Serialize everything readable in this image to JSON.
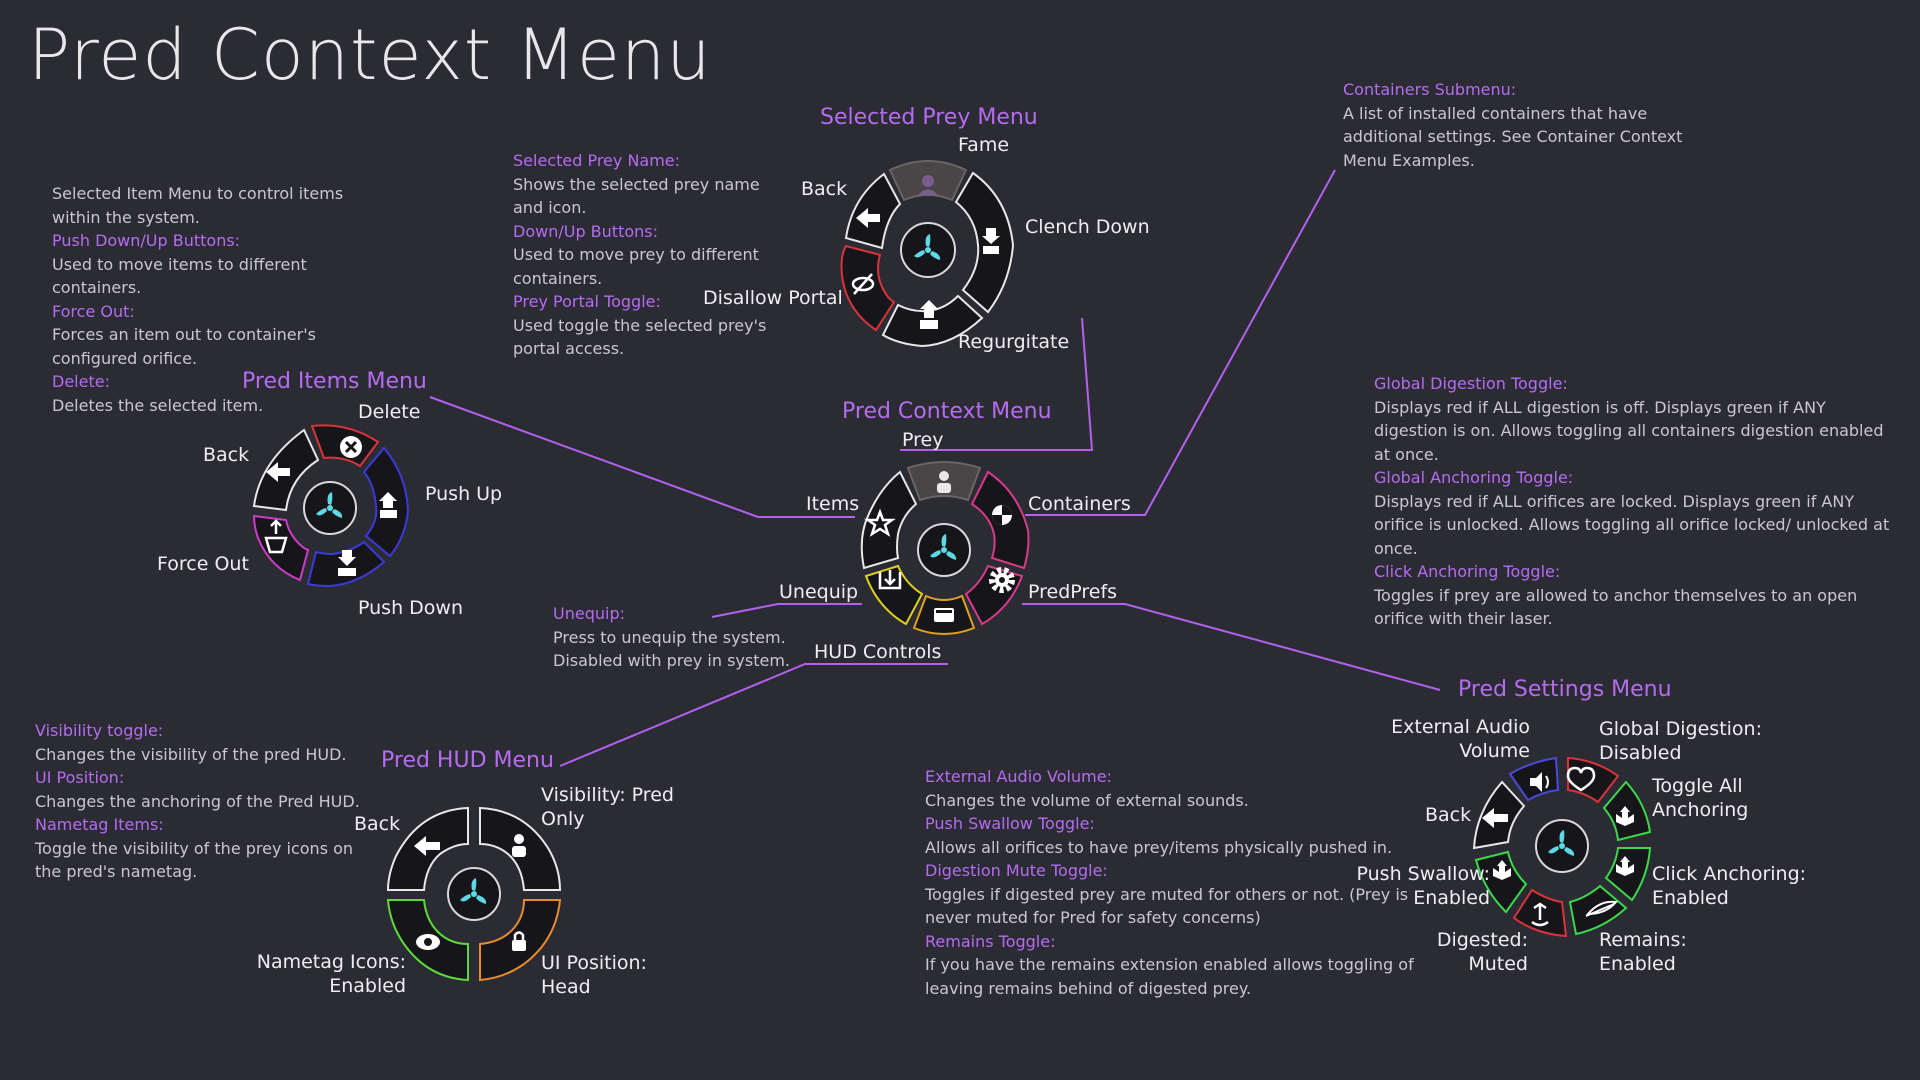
{
  "title": "Pred Context Menu",
  "colors": {
    "background": "#2b2c33",
    "accent": "#b56cf0",
    "center_icon": "#5fd8e6"
  },
  "wheels": {
    "selected_prey": {
      "heading": "Selected Prey Menu",
      "labels": {
        "fame": "Fame",
        "clench": "Clench Down",
        "regurgitate": "Regurgitate",
        "disallow": "Disallow Portal",
        "back": "Back"
      }
    },
    "pred_items": {
      "heading": "Pred Items Menu",
      "labels": {
        "delete": "Delete",
        "push_up": "Push Up",
        "push_down": "Push Down",
        "force_out": "Force Out",
        "back": "Back"
      }
    },
    "pred_context": {
      "heading": "Pred Context Menu",
      "labels": {
        "prey": "Prey",
        "containers": "Containers",
        "predprefs": "PredPrefs",
        "hud": "HUD Controls",
        "unequip": "Unequip",
        "items": "Items"
      }
    },
    "pred_hud": {
      "heading": "Pred HUD Menu",
      "labels": {
        "visibility": "Visibility: Pred Only",
        "ui_position": "UI Position: Head",
        "nametag": "Nametag Icons: Enabled",
        "back": "Back"
      }
    },
    "pred_settings": {
      "heading": "Pred Settings Menu",
      "labels": {
        "global_digestion": "Global Digestion: Disabled",
        "toggle_anchoring": "Toggle All Anchoring",
        "click_anchoring": "Click Anchoring: Enabled",
        "remains": "Remains: Enabled",
        "digested": "Digested: Muted",
        "push_swallow": "Push Swallow: Enabled",
        "back": "Back",
        "external_audio": "External Audio Volume"
      }
    }
  },
  "descriptions": {
    "items_menu": [
      {
        "text": "Selected Item Menu to control items within the system."
      },
      {
        "heading": "Push Down/Up Buttons:",
        "text": "Used to move items to different containers."
      },
      {
        "heading": "Force Out:",
        "text": "Forces an item out to container's configured orifice."
      },
      {
        "heading": "Delete:",
        "text": "Deletes the selected item."
      }
    ],
    "prey_menu": [
      {
        "heading": "Selected Prey Name:",
        "text": "Shows the selected prey name and icon."
      },
      {
        "heading": "Down/Up Buttons:",
        "text": "Used to move prey to different containers."
      },
      {
        "heading": "Prey Portal Toggle:",
        "text": "Used toggle the selected prey's portal access."
      }
    ],
    "containers": [
      {
        "heading": "Containers Submenu:",
        "text": "A list of installed containers that have additional settings. See Container Context Menu Examples."
      }
    ],
    "global_toggles": [
      {
        "heading": "Global Digestion Toggle:",
        "text": "Displays red if ALL digestion is off. Displays green if ANY digestion is on. Allows toggling all containers digestion enabled at once."
      },
      {
        "heading": "Global Anchoring Toggle:",
        "text": "Displays red if ALL orifices are locked. Displays green if ANY orifice is unlocked. Allows toggling all orifice locked/ unlocked at once."
      },
      {
        "heading": "Click Anchoring Toggle:",
        "text": "Toggles if prey are allowed to anchor themselves to an open orifice with their laser."
      }
    ],
    "unequip": [
      {
        "heading": "Unequip:",
        "text": "Press to unequip the system. Disabled with prey in system."
      }
    ],
    "hud": [
      {
        "heading": "Visibility toggle:",
        "text": "Changes the visibility of the pred HUD."
      },
      {
        "heading": "UI Position:",
        "text": "Changes the anchoring of the Pred HUD."
      },
      {
        "heading": "Nametag Items:",
        "text": "Toggle the visibility of the prey icons on the pred's nametag."
      }
    ],
    "settings": [
      {
        "heading": "External Audio Volume:",
        "text": "Changes the volume of external sounds."
      },
      {
        "heading": "Push Swallow Toggle:",
        "text": "Allows all orifices to have prey/items physically pushed in."
      },
      {
        "heading": "Digestion Mute Toggle:",
        "text": "Toggles if digested prey are muted for others or not. (Prey is never muted for Pred for safety concerns)"
      },
      {
        "heading": "Remains Toggle:",
        "text": "If you have the remains extension enabled allows toggling of leaving remains behind of digested prey."
      }
    ]
  }
}
